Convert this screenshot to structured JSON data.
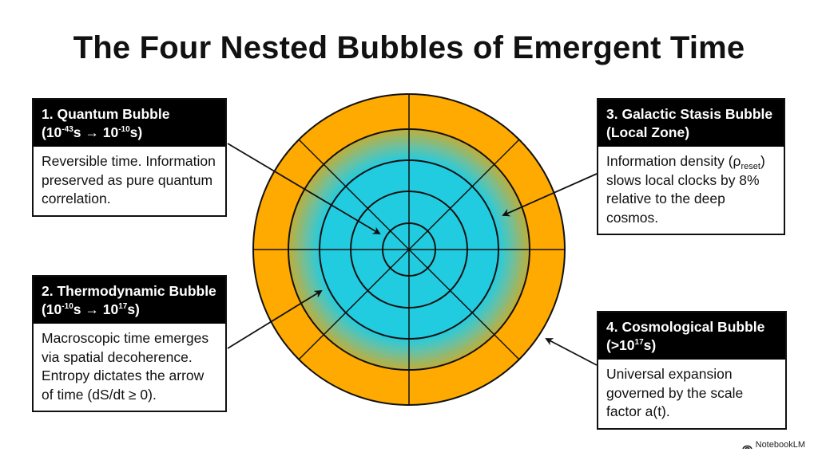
{
  "title": "The Four Nested Bubbles of Emergent Time",
  "colors": {
    "orange": "#FFAA00",
    "cyan": "#22CCE0",
    "olive": "#B8B040",
    "line": "#111111"
  },
  "boxes": [
    {
      "h1": "1. Quantum Bubble",
      "h2a": "(10",
      "h2s1": "-43",
      "h2b": "s → 10",
      "h2s2": "-10",
      "h2c": "s)",
      "body": "Reversible time. Information preserved as pure quantum correlation."
    },
    {
      "h1": "2. Thermodynamic Bubble",
      "h2a": "(10",
      "h2s1": "-10",
      "h2b": "s → 10",
      "h2s2": "17",
      "h2c": "s)",
      "body": "Macroscopic time emerges via spatial decoherence. Entropy dictates the arrow of time (dS/dt ≥ 0)."
    },
    {
      "h1": "3. Galactic Stasis Bubble",
      "h2": "(Local Zone)",
      "b1": "Information density (ρ",
      "bsub": "reset",
      "b2": ") slows local clocks by 8% relative to the deep cosmos."
    },
    {
      "h1": "4. Cosmological Bubble",
      "h2a": "(>10",
      "h2s1": "17",
      "h2b": "s)",
      "body": "Universal expansion governed by the scale factor a(t)."
    }
  ],
  "logo": "NotebookLM"
}
